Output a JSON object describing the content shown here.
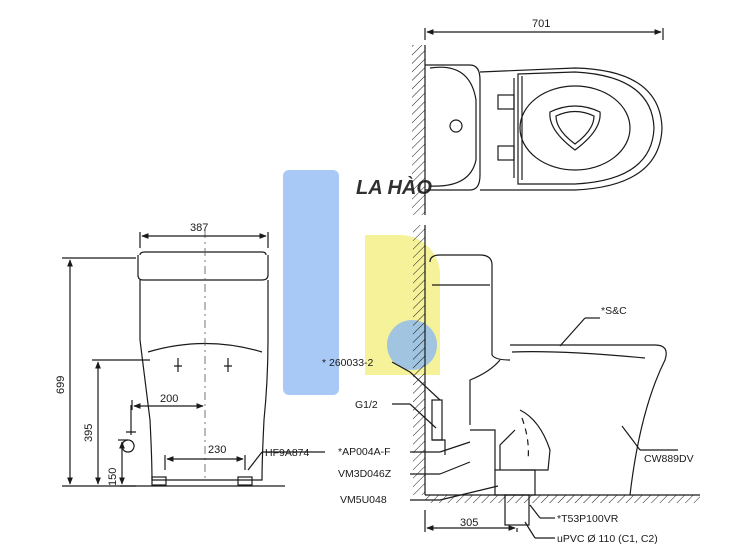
{
  "dimensions": {
    "top_width": "701",
    "front_width": "387",
    "total_height": "699",
    "outlet_height": "395",
    "bolt_height": "150",
    "inlet_offset": "200",
    "bolt_spacing": "230",
    "rough_in": "305"
  },
  "callouts": {
    "seat": "*S&C",
    "bowl": "CW889DV",
    "hose": "* 260033-2",
    "thread": "G1/2",
    "valve": "*AP004A-F",
    "flange": "VM3D046Z",
    "seal": "VM5U048",
    "drain": "*T53P100VR",
    "pipe": "uPVC   Ø 110 (C1, C2)",
    "accessory": "HF9A874"
  },
  "watermark": {
    "text": "LA HÀO",
    "colors": {
      "blue": "#6fa8ee",
      "yellow": "#f3ee7a",
      "text": "#2d6fd6"
    }
  },
  "colors": {
    "line": "#1a1a1a",
    "center": "#555555"
  }
}
